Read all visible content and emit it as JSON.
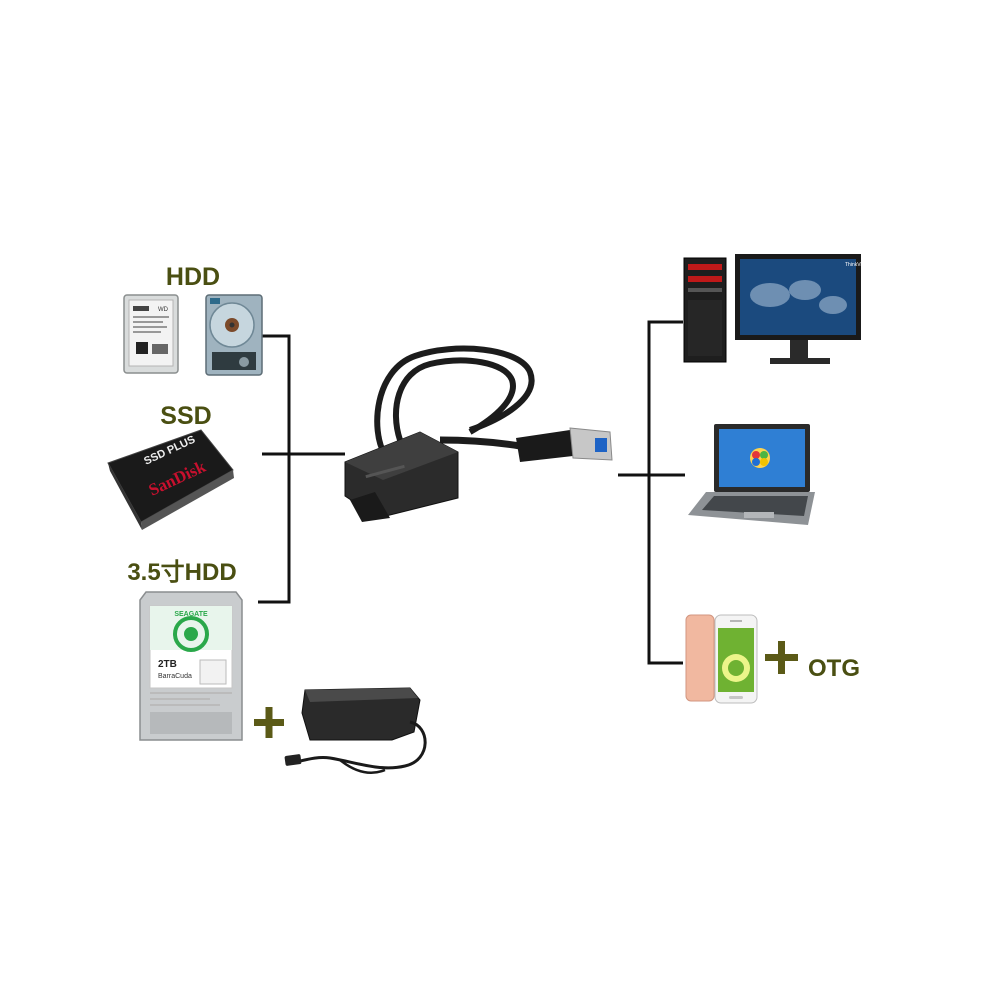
{
  "labels": {
    "hdd": "HDD",
    "ssd": "SSD",
    "hdd35": "3.5寸HDD",
    "otg": "OTG"
  },
  "devices": {
    "hdd_small_label": "WD",
    "ssd_model": "SSD PLUS",
    "ssd_brand": "SanDisk",
    "hdd35_brand": "SEAGATE",
    "hdd35_capacity": "2TB",
    "hdd35_model": "BarraCuda",
    "monitor_brand": "ThinkVision"
  },
  "colors": {
    "label_text": "#4a4f12",
    "connector_line": "#111111",
    "plus_sign": "#5b5a17",
    "sandisk_red": "#c8102e",
    "seagate_green": "#2aa84a"
  }
}
